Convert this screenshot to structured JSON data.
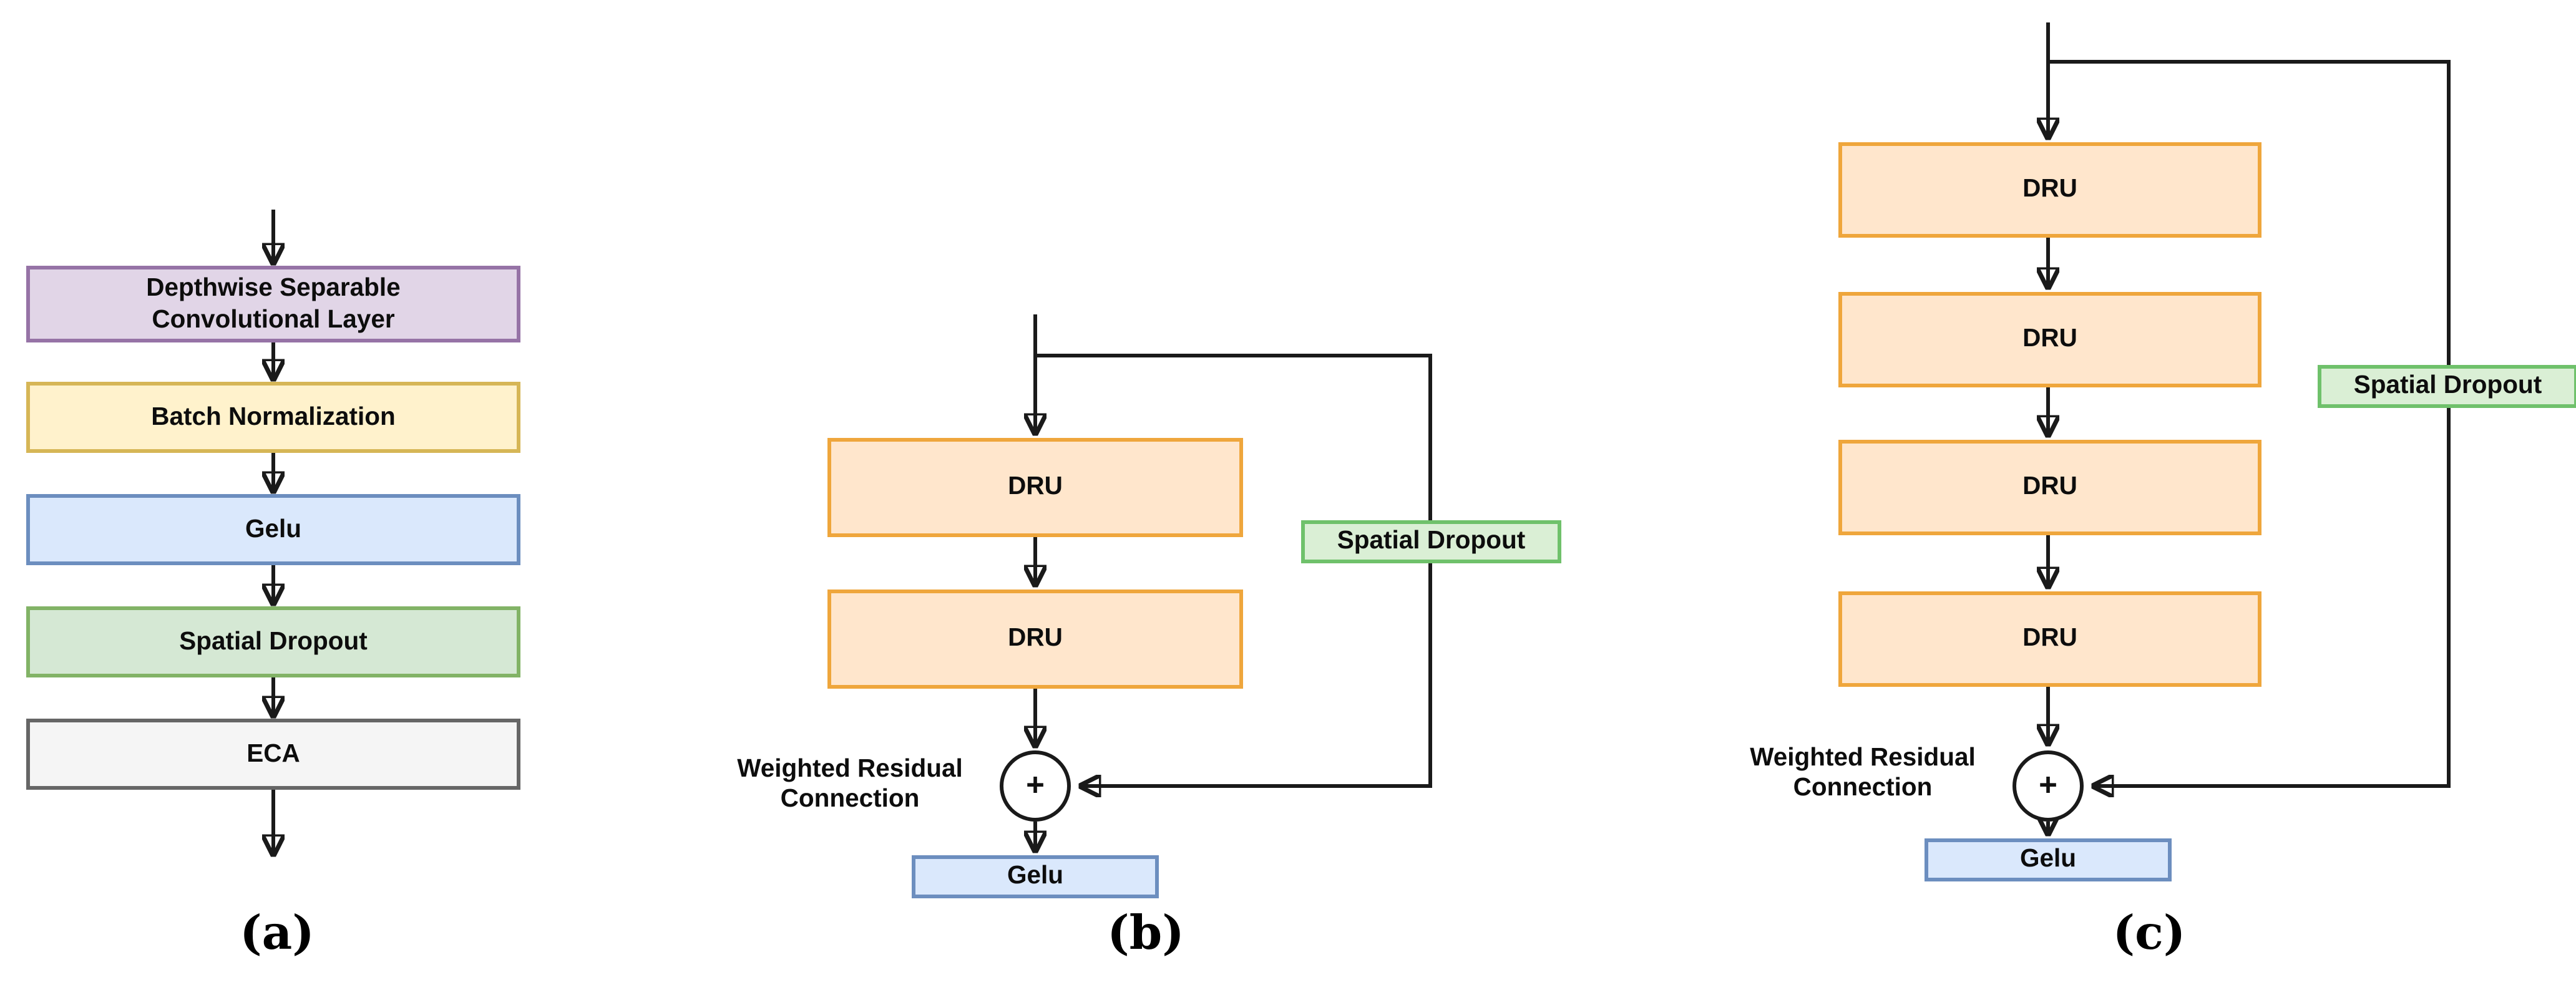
{
  "colors": {
    "background": "#FFFFFF",
    "line": "#1A1A1A",
    "purple_fill": "#E1D5E7",
    "purple_stroke": "#9673A6",
    "yellow_fill": "#FFF2CC",
    "yellow_stroke": "#D6B656",
    "blue_fill": "#DAE8FC",
    "blue_stroke": "#6C8EBF",
    "green_fill": "#D5E8D4",
    "green_stroke": "#82B366",
    "gray_fill": "#F5F5F5",
    "gray_stroke": "#666666",
    "orange_fill": "#FFE6CC",
    "orange_stroke": "#EFA63C",
    "label_green_fill": "#DAEFD5",
    "label_green_stroke": "#6FC16B"
  },
  "panel_a": {
    "caption": "(a)",
    "blocks": [
      {
        "label": "Depthwise Separable Convolutional Layer"
      },
      {
        "label": "Batch Normalization"
      },
      {
        "label": "Gelu"
      },
      {
        "label": "Spatial Dropout"
      },
      {
        "label": "ECA"
      }
    ]
  },
  "panel_b": {
    "caption": "(b)",
    "dru_blocks": [
      "DRU",
      "DRU"
    ],
    "skip_connection_label": "Spatial Dropout",
    "sum_symbol": "+",
    "residual_label": {
      "line1": "Weighted Residual",
      "line2": "Connection"
    },
    "output_block": "Gelu"
  },
  "panel_c": {
    "caption": "(c)",
    "dru_blocks": [
      "DRU",
      "DRU",
      "DRU",
      "DRU"
    ],
    "skip_connection_label": "Spatial Dropout",
    "sum_symbol": "+",
    "residual_label": {
      "line1": "Weighted Residual",
      "line2": "Connection"
    },
    "output_block": "Gelu"
  }
}
